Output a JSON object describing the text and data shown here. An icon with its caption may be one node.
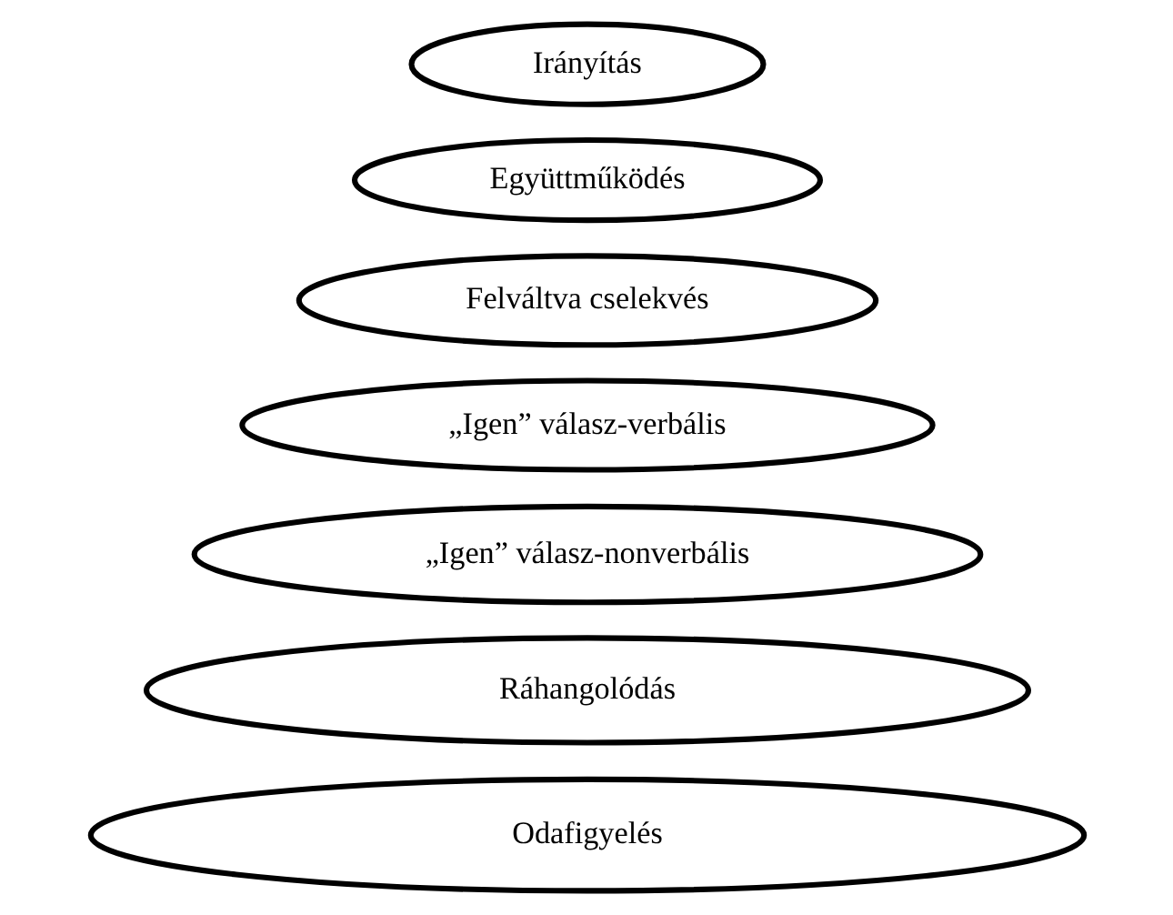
{
  "diagram": {
    "nodes": [
      {
        "text": [
          "Irányítás"
        ]
      },
      {
        "text": [
          "Együttműködés"
        ]
      },
      {
        "text": [
          "Felváltva cselekvés"
        ]
      },
      {
        "text": [
          "„Igen” válasz-verbális"
        ]
      },
      {
        "text": [
          "„Igen” válasz-nonverbális"
        ]
      },
      {
        "text": [
          "Ráhangolódás"
        ]
      },
      {
        "text": [
          "Odafigyelés"
        ]
      }
    ]
  }
}
